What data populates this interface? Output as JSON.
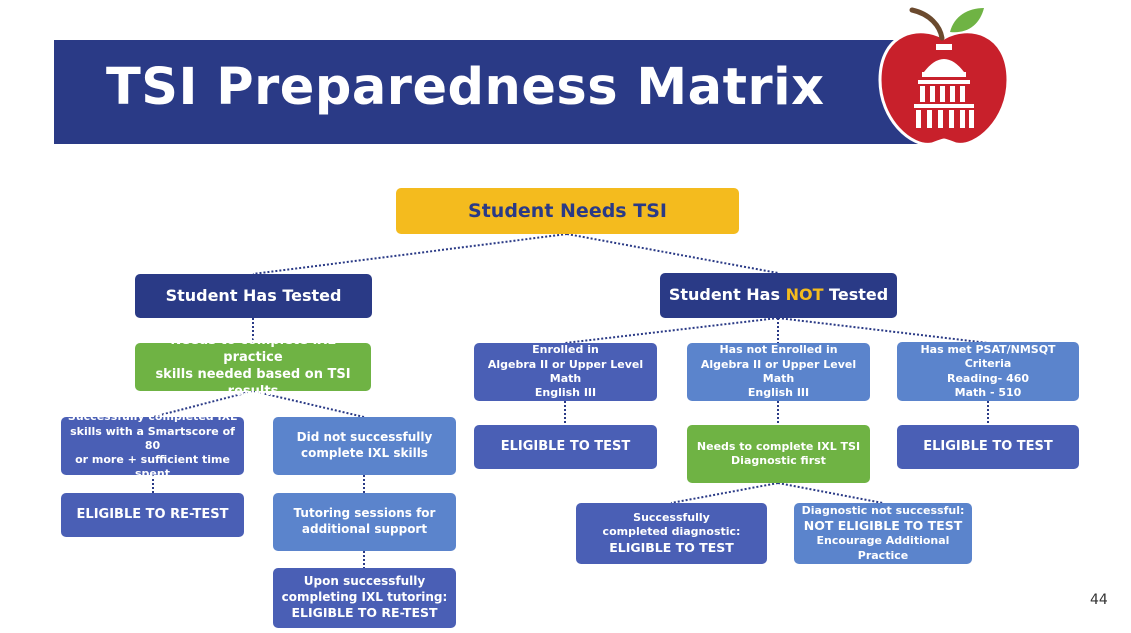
{
  "title": "TSI Preparedness Matrix",
  "page_number": "44",
  "colors": {
    "navy": "#2a3a86",
    "green": "#6fb344",
    "blue": "#4a5fb5",
    "light_blue": "#5b84cc",
    "yellow": "#f4bb1e",
    "apple_red": "#c8202b"
  },
  "root": "Student Needs TSI",
  "tested": {
    "label": "Student Has Tested",
    "practice": [
      "Needs to complete IXL practice",
      "skills needed based on TSI results"
    ],
    "success": [
      "Successfully completed IXL",
      "skills with a Smartscore of 80",
      "or more + sufficient time spent"
    ],
    "success_result": "ELIGIBLE TO RE-TEST",
    "fail": [
      "Did not successfully",
      "complete IXL skills"
    ],
    "tutoring": [
      "Tutoring sessions for",
      "additional support"
    ],
    "after_tutoring": [
      "Upon successfully",
      "completing IXL tutoring:"
    ],
    "after_tutoring_result": "ELIGIBLE TO RE-TEST"
  },
  "not_tested": {
    "label_pre": "Student Has ",
    "label_hl": "NOT",
    "label_post": " Tested",
    "enrolled": [
      "Enrolled in",
      "Algebra II or Upper Level Math",
      "English III"
    ],
    "enrolled_result": "ELIGIBLE TO TEST",
    "not_enrolled": [
      "Has not Enrolled in",
      "Algebra II or Upper Level Math",
      "English III"
    ],
    "diagnostic": [
      "Needs to complete IXL TSI",
      "Diagnostic first"
    ],
    "diag_success": [
      "Successfully",
      "completed diagnostic:"
    ],
    "diag_success_result": "ELIGIBLE TO TEST",
    "diag_fail": "Diagnostic not successful:",
    "diag_fail_result": "NOT ELIGIBLE TO TEST",
    "diag_fail_note": "Encourage Additional Practice",
    "psat": [
      "Has met PSAT/NMSQT Criteria",
      "Reading- 460",
      "Math - 510"
    ],
    "psat_result": "ELIGIBLE TO TEST"
  }
}
